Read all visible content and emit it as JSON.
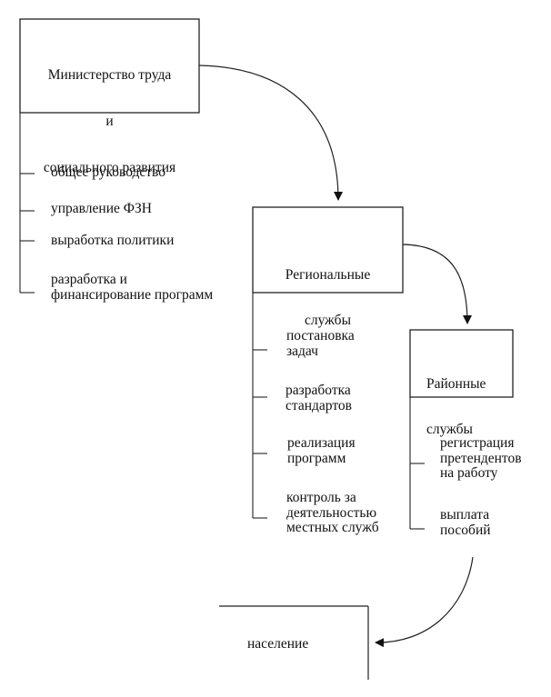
{
  "diagram": {
    "nodes": {
      "ministry": {
        "title_lines": [
          "Министерство труда",
          "и",
          "социального развития"
        ],
        "functions": [
          "общее руководство",
          "управление ФЗН",
          "выработка политики",
          "разработка и\nфинансирование программ"
        ]
      },
      "regional": {
        "title_lines": [
          "Региональные",
          "службы"
        ],
        "functions": [
          "постановка\nзадач",
          "разработка\nстандартов",
          "реализация\nпрограмм",
          "контроль за\nдеятельностью\nместных служб"
        ]
      },
      "district": {
        "title_lines": [
          "Районные",
          "службы"
        ],
        "functions": [
          "регистрация\nпретендентов\nна работу",
          "выплата\nпособий"
        ]
      },
      "population": {
        "label": "население"
      }
    },
    "edges": [
      {
        "from": "ministry",
        "to": "regional"
      },
      {
        "from": "regional",
        "to": "district"
      },
      {
        "from": "district",
        "to": "population"
      }
    ]
  }
}
